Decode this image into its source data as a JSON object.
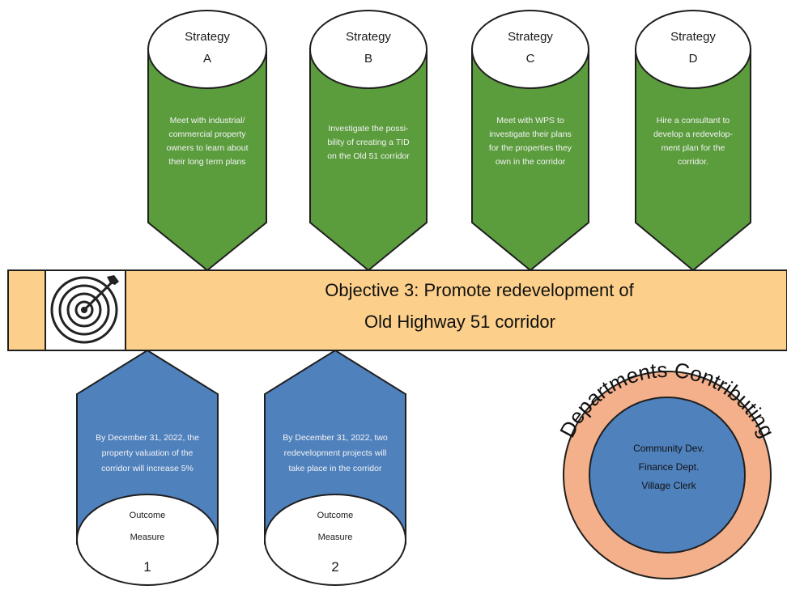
{
  "objective": {
    "line1": "Objective 3:  Promote redevelopment of",
    "line2": "Old Highway 51 corridor",
    "icon": "target-icon"
  },
  "strategies": [
    {
      "heading": "Strategy",
      "letter": "A",
      "text": [
        "Meet with industrial/",
        "commercial property",
        "owners to learn about",
        "their long term plans"
      ]
    },
    {
      "heading": "Strategy",
      "letter": "B",
      "text": [
        "Investigate the possi-",
        "bility of creating a TID",
        "on the Old 51 corridor"
      ]
    },
    {
      "heading": "Strategy",
      "letter": "C",
      "text": [
        "Meet with WPS to",
        "investigate their plans",
        "for the properties they",
        "own in the corridor"
      ]
    },
    {
      "heading": "Strategy",
      "letter": "D",
      "text": [
        "Hire a consultant to",
        "develop a redevelop-",
        "ment plan for the",
        "corridor."
      ]
    }
  ],
  "outcomes": [
    {
      "line1": "Outcome",
      "line2": "Measure",
      "number": "1",
      "text": [
        "By December 31, 2022, the",
        "property valuation of the",
        "corridor will increase 5%"
      ]
    },
    {
      "line1": "Outcome",
      "line2": "Measure",
      "number": "2",
      "text": [
        "By December 31, 2022, two",
        "redevelopment projects will",
        "take place in the corridor"
      ]
    }
  ],
  "departments": {
    "title": "Departments Contributing",
    "items": [
      "Community Dev.",
      "Finance Dept.",
      "Village Clerk"
    ]
  },
  "colors": {
    "green": "#5b9c3d",
    "blue": "#4f81bd",
    "band": "#fcd08a",
    "ring": "#f4b08a",
    "stroke": "#1f1f1f"
  }
}
